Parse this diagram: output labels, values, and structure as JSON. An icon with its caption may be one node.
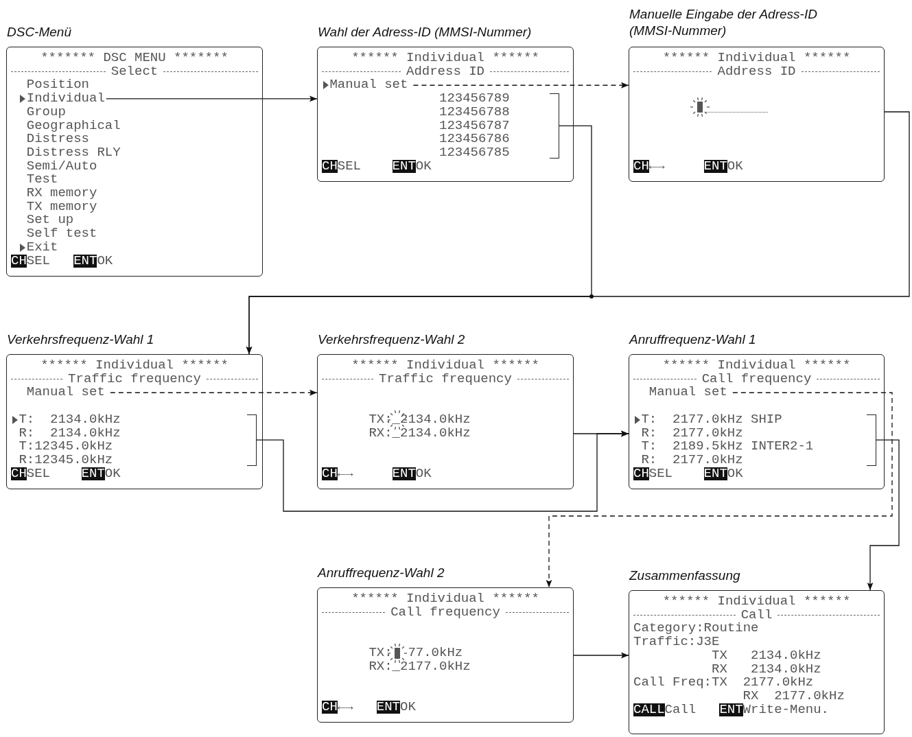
{
  "diagram": {
    "nodes": [
      {
        "text": [
          "DSC-Menü",
          "******* DSC MENU *******",
          "Select",
          "Position",
          "Group",
          "Geographical",
          "Distress",
          "Distress RLY",
          "Semi/Auto",
          "Test",
          "RX memory",
          "TX memory",
          "Set up",
          "Self test",
          "Exit",
          "CH",
          "SEL",
          "ENT",
          "OK"
        ]
      },
      {
        "text": [
          "Individual"
        ],
        "in": 0
      },
      {
        "text": [
          "Wahl der Adress-ID (MMSI-Nummer)",
          "****** Individual ******",
          "Address ID",
          "123456789",
          "123456788",
          "123456787",
          "123456786",
          "123456785",
          "CH",
          "SEL",
          "ENT",
          "OK"
        ]
      },
      {
        "text": [
          "Manual set"
        ],
        "in": 2
      },
      {
        "text": [],
        "shape": "bracket",
        "in": 2
      },
      {
        "text": [
          "Manuelle Eingabe der Adress-ID (MMSI-Nummer)",
          "****** Individual ******",
          "Address ID",
          "CH",
          "←→",
          "ENT",
          "OK"
        ]
      },
      {
        "text": [
          "Verkehrsfrequenz-Wahl 1",
          "****** Individual ******",
          "Traffic frequency",
          "T:  2134.0kHz",
          "R:  2134.0kHz",
          "T:12345.0kHz",
          "R:12345.0kHz",
          "CH",
          "SEL",
          "ENT",
          "OK"
        ]
      },
      {
        "text": [
          "Manual set"
        ],
        "in": 6
      },
      {
        "text": [],
        "shape": "bracket",
        "in": 6
      },
      {
        "text": [
          "Verkehrsfrequenz-Wahl 2",
          "****** Individual ******",
          "Traffic frequency",
          "TX:_2134.0kHz",
          "RX:_2134.0kHz",
          "CH",
          "←→",
          "ENT",
          "OK"
        ]
      },
      {
        "text": [
          "Anruffrequenz-Wahl 1",
          "****** Individual ******",
          "Call frequency",
          "T:  2177.0kHz SHIP",
          "R:  2177.0kHz",
          "T:  2189.5kHz INTER2-1",
          "R:  2177.0kHz",
          "CH",
          "SEL",
          "ENT",
          "OK"
        ]
      },
      {
        "text": [
          "Manual set"
        ],
        "in": 10
      },
      {
        "text": [],
        "shape": "bracket",
        "in": 10
      },
      {
        "text": [
          "Anruffrequenz-Wahl 2",
          "****** Individual ******",
          "Call frequency",
          "TX:",
          "77.0kHz",
          "RX:_2177.0kHz",
          "CH",
          "←→",
          "ENT",
          "OK"
        ]
      },
      {
        "text": [
          "Zusammenfassung",
          "****** Individual ******",
          "Call",
          "Category:Routine",
          "Traffic:J3E",
          "TX   2134.0kHz",
          "RX   2134.0kHz",
          "Call Freq:TX  2177.0kHz",
          "RX  2177.0kHz",
          "CALL",
          "Call",
          "ENT",
          "Write-Menu."
        ]
      }
    ],
    "edges": [
      {
        "from": 1,
        "to": 2,
        "arrow": "to"
      },
      {
        "from": 3,
        "to": 5,
        "arrow": "to",
        "style": "dashed"
      },
      {
        "from": 4,
        "to": 6,
        "arrow": "to"
      },
      {
        "from": 5,
        "to": 6,
        "arrow": "to"
      },
      {
        "from": 7,
        "to": 9,
        "arrow": "to",
        "style": "dashed"
      },
      {
        "from": 8,
        "to": 10,
        "arrow": "to"
      },
      {
        "from": 9,
        "to": 10,
        "arrow": "to"
      },
      {
        "from": 11,
        "to": 13,
        "arrow": "to",
        "style": "dashed"
      },
      {
        "from": 12,
        "to": 14,
        "arrow": "to"
      },
      {
        "from": 13,
        "to": 14,
        "arrow": "to"
      }
    ]
  }
}
